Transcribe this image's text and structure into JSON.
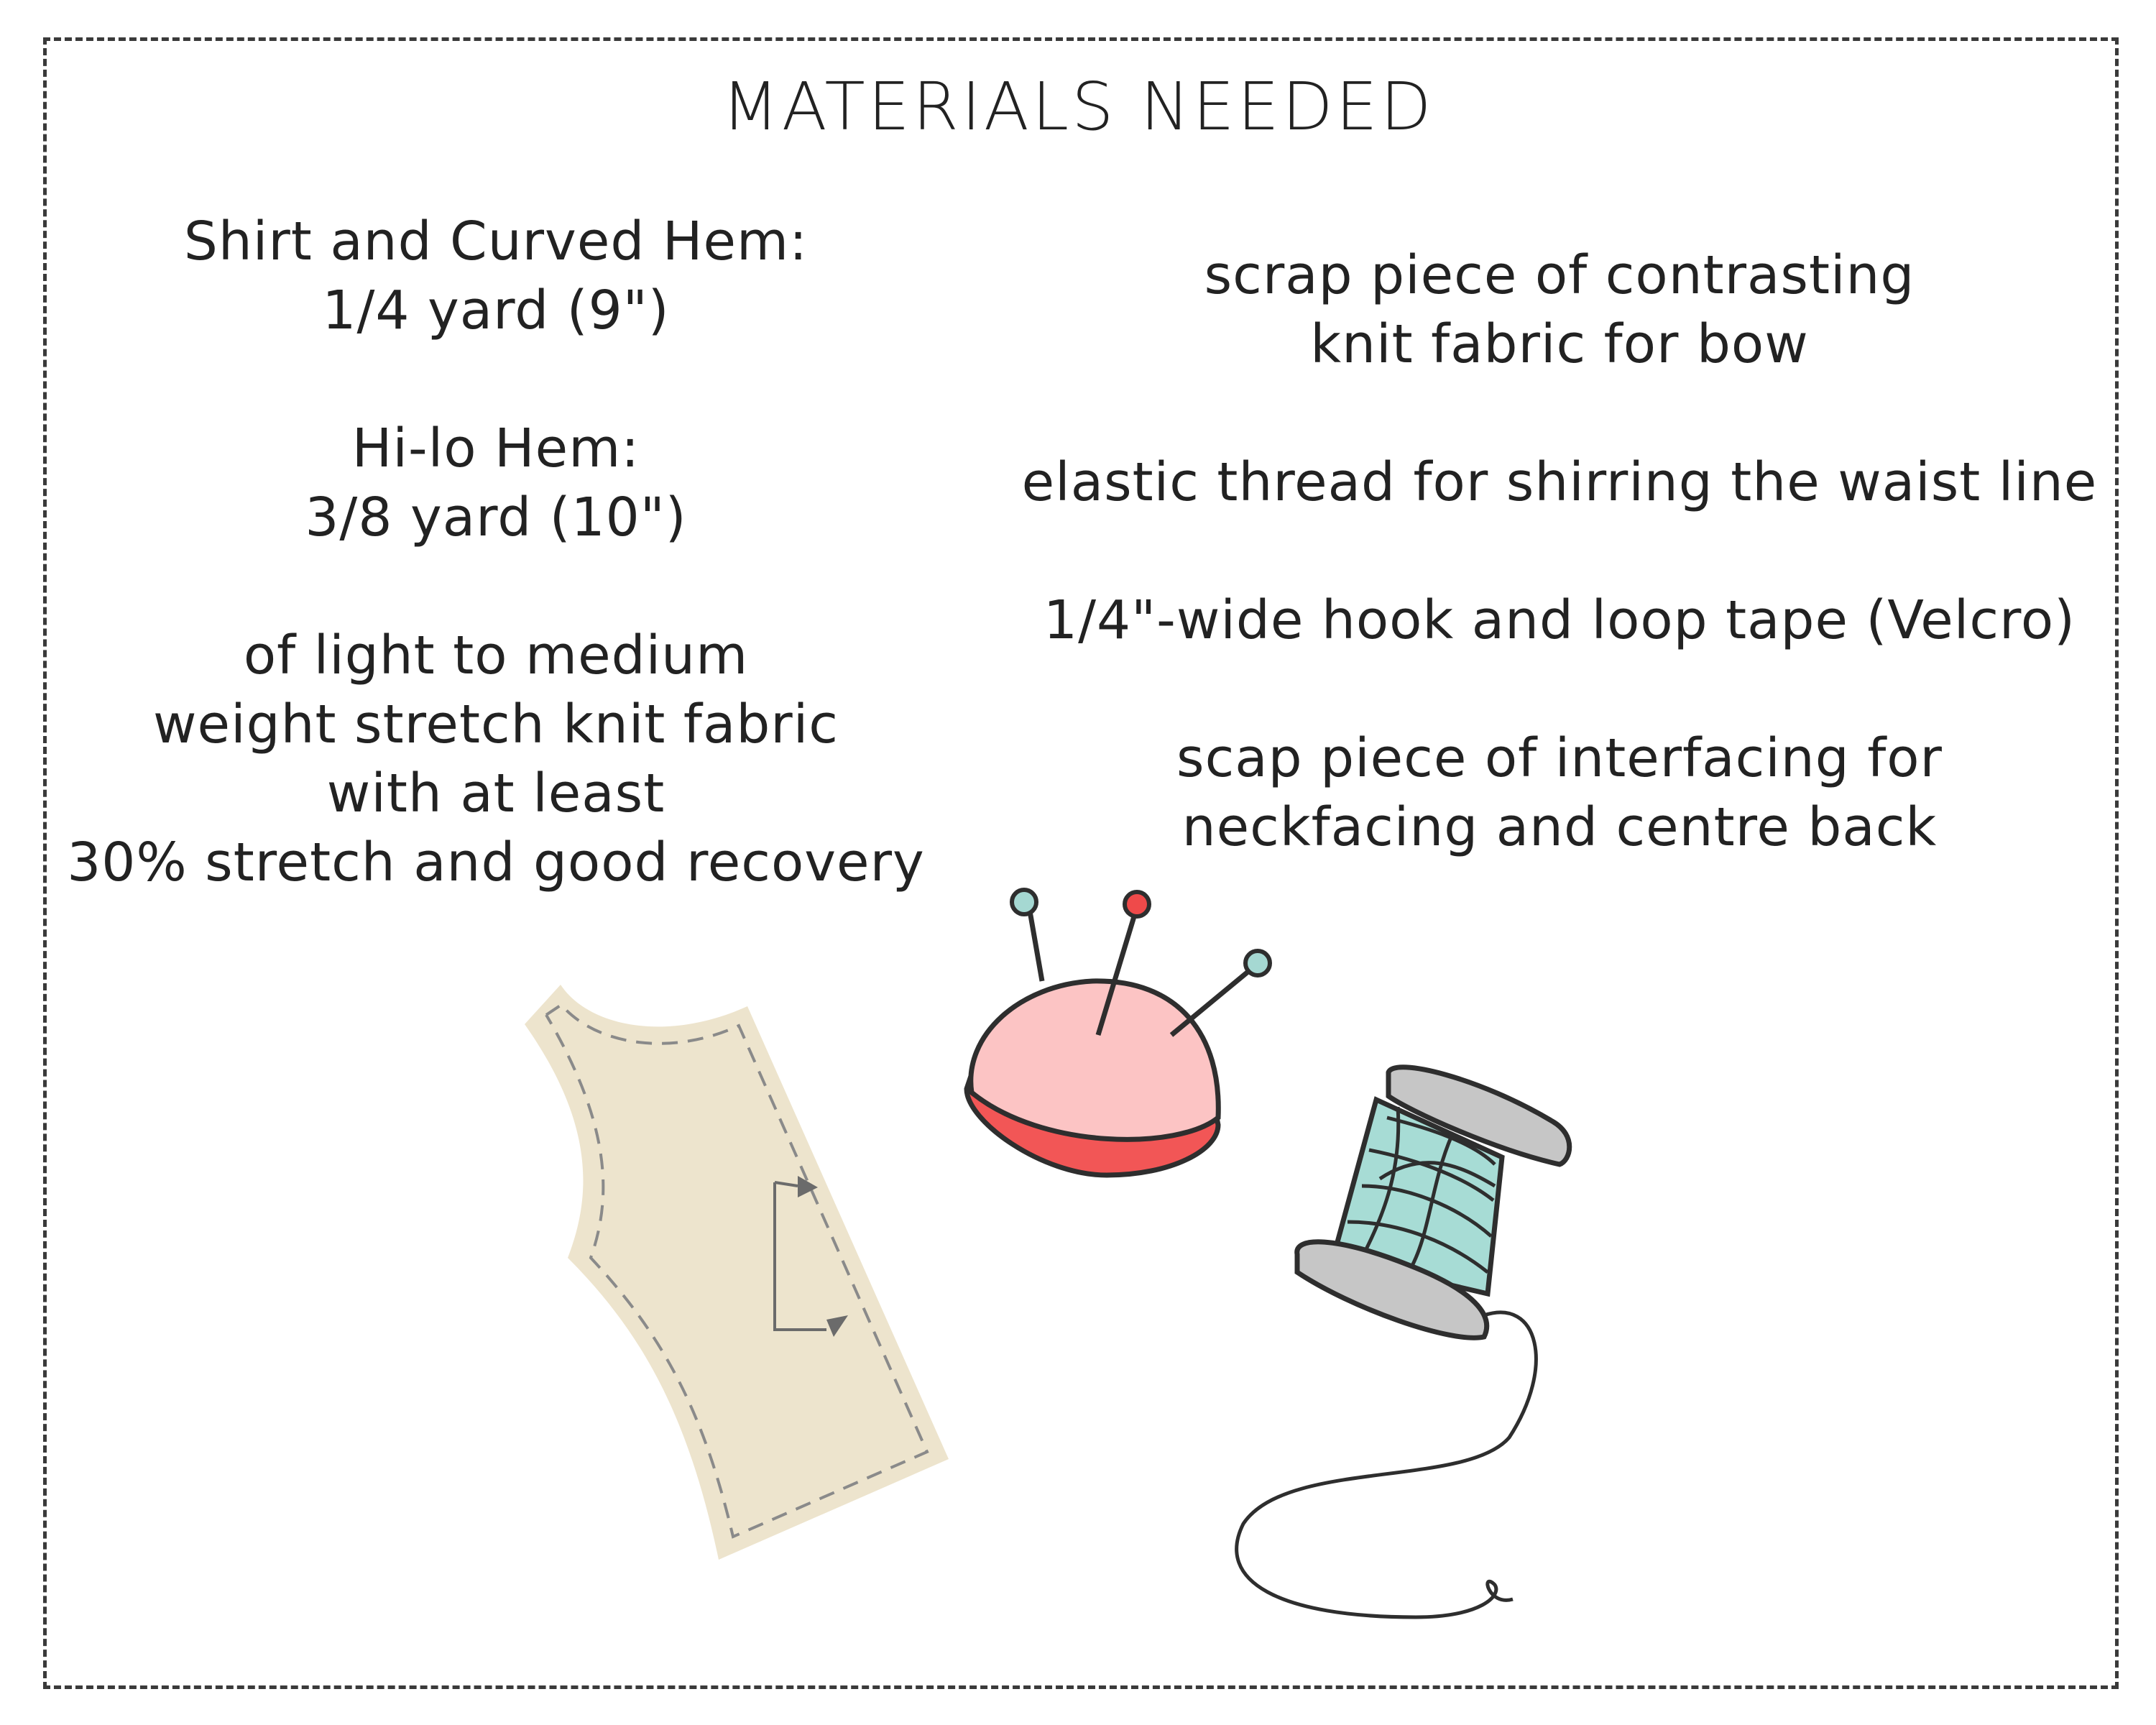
{
  "title": "MATERIALS NEEDED",
  "left_column": {
    "shirt_label": "Shirt and Curved Hem:",
    "shirt_amount": "1/4 yard (9\")",
    "hilo_label": "Hi-lo Hem:",
    "hilo_amount": "3/8 yard (10\")",
    "fabric_lines": [
      "of light to medium",
      "weight stretch knit fabric",
      "with at least",
      "30% stretch and good recovery"
    ]
  },
  "right_column": {
    "bow_lines": [
      "scrap piece of contrasting",
      "knit fabric for bow"
    ],
    "elastic": "elastic thread for shirring the waist line",
    "tape": "1/4\"-wide hook and loop tape (Velcro)",
    "interfacing_lines": [
      "scap piece of interfacing for",
      "neckfacing and centre back"
    ]
  },
  "illustrations": {
    "pattern_piece": "pattern-piece-icon",
    "pin_cushion": "pin-cushion-icon",
    "thread_spool": "thread-spool-icon"
  },
  "colors": {
    "fabric": "#ede4cd",
    "cushion": "#fcc4c4",
    "cushion_base": "#f25656",
    "thread": "#a7dcd5",
    "spool": "#c6c6c6",
    "pin_teal": "#a5d8d2",
    "pin_red": "#ef4a4a"
  }
}
